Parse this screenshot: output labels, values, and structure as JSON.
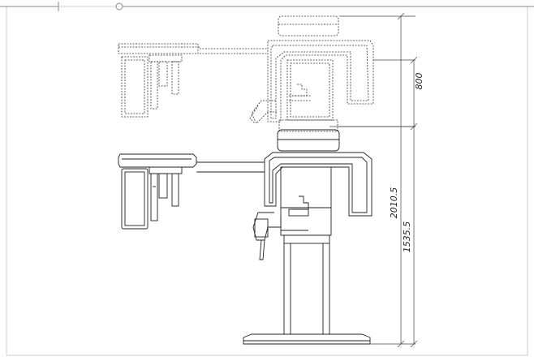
{
  "drawing": {
    "dimension_labels": {
      "upper_travel": "800",
      "total_height": "2010.5",
      "lower_height": "1535.5"
    },
    "colors": {
      "line": "#222222",
      "frame": "#cfcfcf",
      "background": "#ffffff"
    }
  }
}
